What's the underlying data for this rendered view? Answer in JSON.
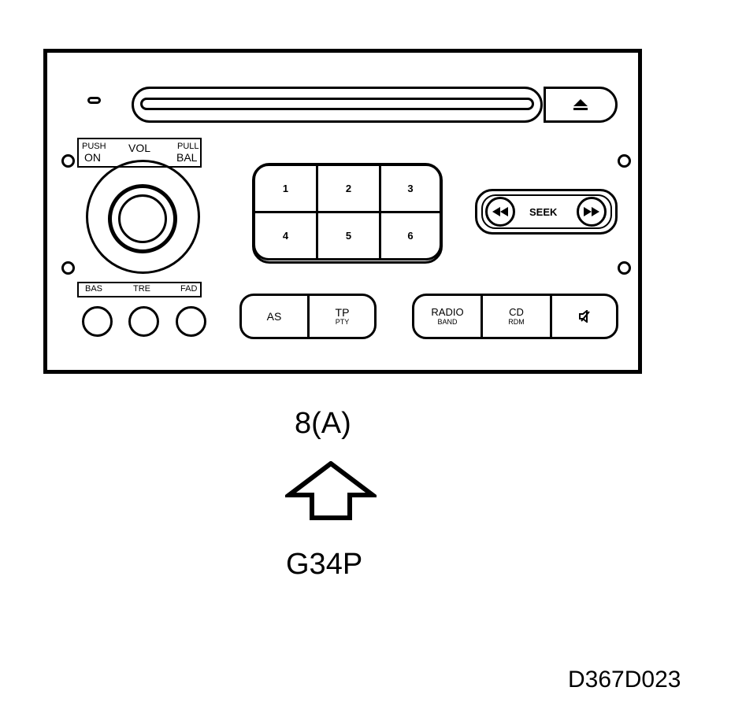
{
  "radio": {
    "vol": {
      "push": "PUSH",
      "on": "ON",
      "label": "VOL",
      "pull": "PULL",
      "bal": "BAL"
    },
    "tone": {
      "bas": "BAS",
      "tre": "TRE",
      "fad": "FAD"
    },
    "presets": [
      "1",
      "2",
      "3",
      "4",
      "5",
      "6"
    ],
    "seek": "SEEK",
    "as_label": "AS",
    "tp": {
      "main": "TP",
      "sub": "PTY"
    },
    "radio_btn": {
      "main": "RADIO",
      "sub": "BAND"
    },
    "cd_btn": {
      "main": "CD",
      "sub": "RDM"
    }
  },
  "labels": {
    "connector": "8(A)",
    "view": "G34P",
    "figure_code": "D367D023"
  },
  "icons": {
    "eject": "eject-icon",
    "rewind": "rewind-icon",
    "forward": "fast-forward-icon",
    "mute": "mute-icon",
    "arrow": "up-arrow-icon"
  }
}
